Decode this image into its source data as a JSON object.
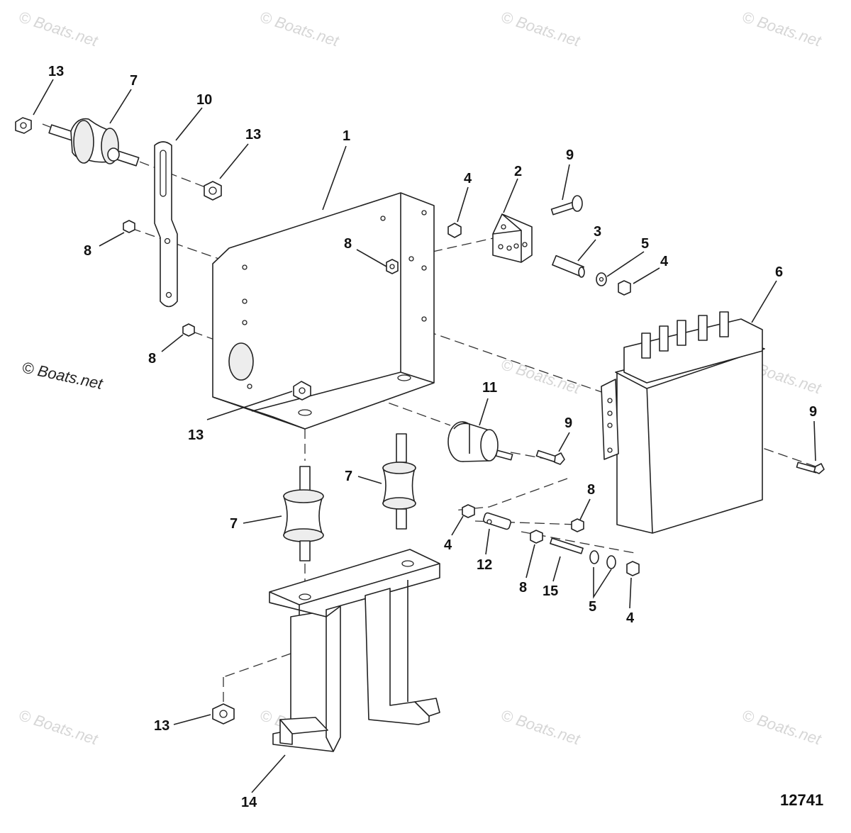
{
  "watermark": "© Boats.net",
  "copyright": "© Boats.net",
  "figure_number": "12741",
  "callouts": [
    {
      "id": "c-13a",
      "text": "13"
    },
    {
      "id": "c-7a",
      "text": "7"
    },
    {
      "id": "c-10",
      "text": "10"
    },
    {
      "id": "c-13b",
      "text": "13"
    },
    {
      "id": "c-1",
      "text": "1"
    },
    {
      "id": "c-9a",
      "text": "9"
    },
    {
      "id": "c-4a",
      "text": "4"
    },
    {
      "id": "c-2",
      "text": "2"
    },
    {
      "id": "c-3",
      "text": "3"
    },
    {
      "id": "c-5a",
      "text": "5"
    },
    {
      "id": "c-4b",
      "text": "4"
    },
    {
      "id": "c-8a",
      "text": "8"
    },
    {
      "id": "c-8b",
      "text": "8"
    },
    {
      "id": "c-6",
      "text": "6"
    },
    {
      "id": "c-8c",
      "text": "8"
    },
    {
      "id": "c-13c",
      "text": "13"
    },
    {
      "id": "c-11",
      "text": "11"
    },
    {
      "id": "c-9b",
      "text": "9"
    },
    {
      "id": "c-9c",
      "text": "9"
    },
    {
      "id": "c-7b",
      "text": "7"
    },
    {
      "id": "c-7c",
      "text": "7"
    },
    {
      "id": "c-8d",
      "text": "8"
    },
    {
      "id": "c-4c",
      "text": "4"
    },
    {
      "id": "c-12",
      "text": "12"
    },
    {
      "id": "c-8e",
      "text": "8"
    },
    {
      "id": "c-15",
      "text": "15"
    },
    {
      "id": "c-5b",
      "text": "5"
    },
    {
      "id": "c-4d",
      "text": "4"
    },
    {
      "id": "c-13d",
      "text": "13"
    },
    {
      "id": "c-14",
      "text": "14"
    }
  ]
}
